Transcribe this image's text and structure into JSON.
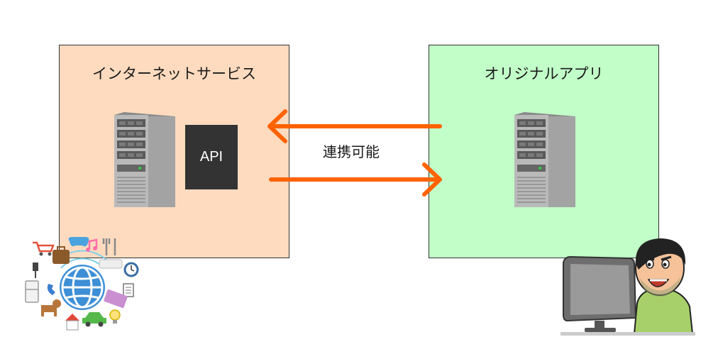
{
  "left_box": {
    "title": "インターネットサービス",
    "fill": "#FEDBBF",
    "api_label": "API"
  },
  "right_box": {
    "title": "オリジナルアプリ",
    "fill": "#C2FEC8"
  },
  "connection": {
    "label": "連携可能",
    "arrow_color": "#FF6200"
  },
  "icons": {
    "server": "server-icon",
    "internet": "globe-icon",
    "user": "user-at-computer-icon"
  }
}
